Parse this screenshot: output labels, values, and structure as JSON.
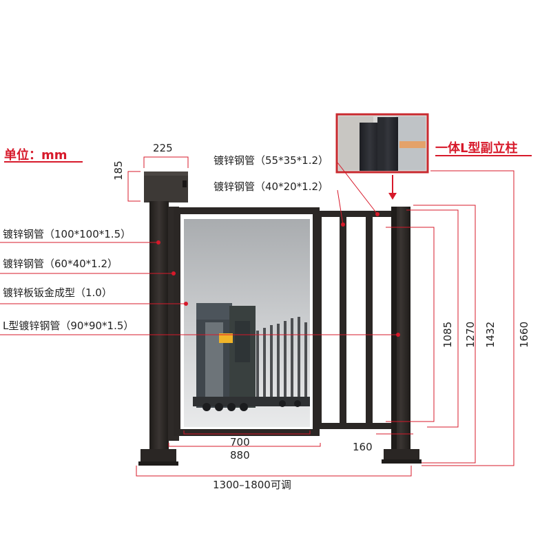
{
  "unit_label": "单位：mm",
  "callout": "一体L型副立柱",
  "labels": {
    "pipe_55x35": "镀锌钢管（55*35*1.2）",
    "pipe_40x20": "镀锌钢管（40*20*1.2）",
    "pipe_100x100": "镀锌钢管（100*100*1.5）",
    "pipe_60x40": "镀锌钢管（60*40*1.2）",
    "sheet_metal": "镀锌板钣金成型（1.0）",
    "l_pipe": "L型镀锌钢管（90*90*1.5）"
  },
  "dims": {
    "top_width": "225",
    "top_height": "185",
    "d700": "700",
    "d880": "880",
    "d160": "160",
    "d1085": "1085",
    "d1270": "1270",
    "d1432": "1432",
    "d1660": "1660",
    "overall": "1300–1800可调"
  },
  "colors": {
    "accent": "#d7192a",
    "frame": "#2a2624",
    "glass": "#b9bcbf"
  }
}
